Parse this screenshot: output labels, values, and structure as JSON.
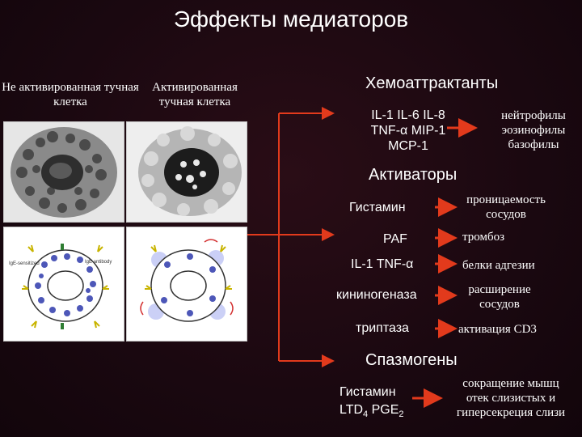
{
  "title": "Эффекты медиаторов",
  "cells": {
    "inactive": "Не активированная тучная клетка",
    "active": "Активированная тучная клетка"
  },
  "chemo": {
    "heading": "Хемоаттрактанты",
    "mediators": [
      "IL-1  IL-6  IL-8",
      "TNF-α  MIP-1",
      "MCP-1"
    ],
    "targets": [
      "нейтрофилы",
      "эозинофилы",
      "базофилы"
    ]
  },
  "activators": {
    "heading": "Активаторы",
    "rows": [
      {
        "mediator": "Гистамин",
        "effect": "проницаемость сосудов"
      },
      {
        "mediator": "PAF",
        "effect": "тромбоз"
      },
      {
        "mediator": "IL-1 TNF-α",
        "effect": "белки адгезии"
      },
      {
        "mediator": "кининогеназа",
        "effect": "расширение сосудов"
      },
      {
        "mediator": "триптаза",
        "effect": "активация CD3"
      }
    ]
  },
  "spasmogens": {
    "heading": "Спазмогены",
    "mediator_line1": "Гистамин",
    "mediator_ltd": "LTD",
    "mediator_ltd_sub": "4",
    "mediator_pge": " PGE",
    "mediator_pge_sub": "2",
    "effects": [
      "сокращение мышц",
      "отек слизистых и",
      "гиперсекреция слизи"
    ]
  },
  "diagram_labels": {
    "left": "IgE-sensitized",
    "right": "IgE antibody"
  },
  "colors": {
    "background": "#1a0810",
    "arrow": "#e23a1c",
    "text": "#ffffff"
  }
}
